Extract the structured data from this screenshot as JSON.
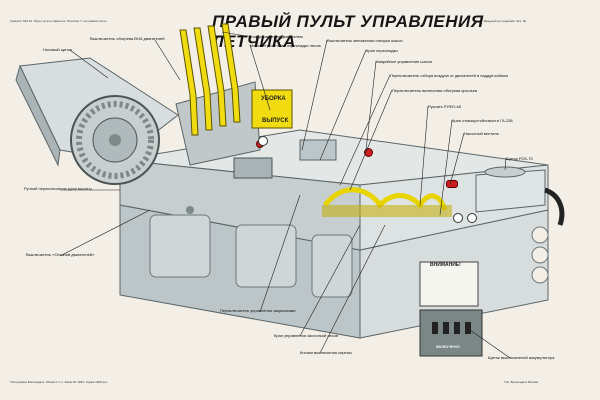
{
  "poster": {
    "title": "Правый пульт управления летчика",
    "top_left_note": "Самолет МИ-13. Пульт на 2-м самолете. Пособие Т. на правом листе",
    "top_right_note": "Вредный не поднимат. Экз. № ",
    "bottom_left_note": "Типография Воениздата. Объём 1 п.л. Заказ № 1094. Тираж 1900 экз.",
    "bottom_right_note": "Тип. Воениздата Москва"
  },
  "labels": [
    {
      "id": "nosovoy-shchitok",
      "text": "Носовый щиток",
      "side": "left"
    },
    {
      "id": "vykl-obogreva",
      "text": "Выключатель обогрева ВНА двигателей",
      "side": "left"
    },
    {
      "id": "rychag-upr-dvig",
      "text": "Рычаг управления двигателем",
      "side": "top"
    },
    {
      "id": "manometr-sistemy",
      "text": "Манометр системы перекладки лесов",
      "side": "top"
    },
    {
      "id": "vykl-avtomatiki",
      "text": "Выключатель автоматики створки шасси",
      "side": "top"
    },
    {
      "id": "kran-perekladki",
      "text": "Кран перекладки",
      "side": "right"
    },
    {
      "id": "avariynoe-upr-shassi",
      "text": "Аварийное управление шасси",
      "side": "right"
    },
    {
      "id": "pereklyuch-otbora",
      "text": "Переключатель отбора воздуха от двигателей в наддув кабины",
      "side": "right"
    },
    {
      "id": "pereklyuch-vklyuch-obogreva",
      "text": "Переключатель включения обогрева крыльев",
      "side": "right"
    },
    {
      "id": "rukoyat-rufo",
      "text": "Рукоять РУФО-48",
      "side": "right"
    },
    {
      "id": "kran-otvetstvennosti",
      "text": "Кран отказоустойчивости ГА-238",
      "side": "right"
    },
    {
      "id": "nasosny-ventil",
      "text": "Насосный вентиль",
      "side": "right"
    },
    {
      "id": "shchitok-rsb",
      "text": "Щиток РСБ-70",
      "side": "right"
    },
    {
      "id": "ruchnoy-pereklyuch",
      "text": "Ручной переключатель руля высоты",
      "side": "left"
    },
    {
      "id": "vykl-ostanov",
      "text": "Выключатель «Останов двигателей»",
      "side": "left"
    },
    {
      "id": "pereklyuch-upr-zakrylkami",
      "text": "Переключатель управления закрылками",
      "side": "bottom"
    },
    {
      "id": "kran-upr-zaslonkami",
      "text": "Кран управления заслонкой лесов",
      "side": "bottom"
    },
    {
      "id": "knopki-vyklyuch-sireny",
      "text": "Кнопки выключения сирены",
      "side": "bottom"
    },
    {
      "id": "shchitok-akkumulyatora",
      "text": "Щиток выключателей аккумулятора",
      "side": "bottom"
    }
  ],
  "panel_texts": {
    "uborka": "УБОРКА",
    "vypusk": "ВЫПУСК",
    "vnimanie": "ВНИМАНИЕ!",
    "vklyucheno": "ВКЛЮЧЕНО"
  },
  "colors": {
    "background": "#f3efe6",
    "console_light": "#e3e8e6",
    "console_mid": "#c6ced0",
    "console_dark": "#97a2a5",
    "console_shadow": "#6d787b",
    "levers_yellow": "#f0dc10",
    "knob_red": "#cc2020",
    "wheel": "#c9cfcf",
    "ink": "#151515"
  }
}
